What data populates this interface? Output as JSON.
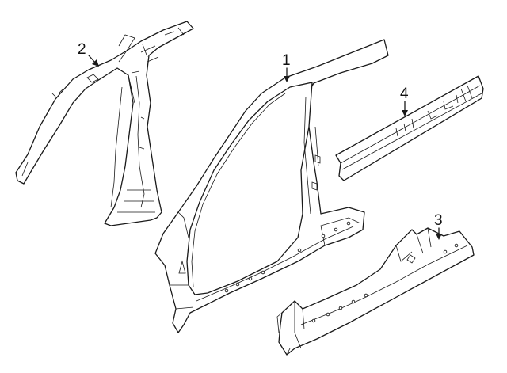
{
  "callouts": [
    {
      "number": "1"
    },
    {
      "number": "2"
    },
    {
      "number": "3"
    },
    {
      "number": "4"
    }
  ],
  "colors": {
    "stroke": "#1a1a1a",
    "background": "#ffffff"
  }
}
